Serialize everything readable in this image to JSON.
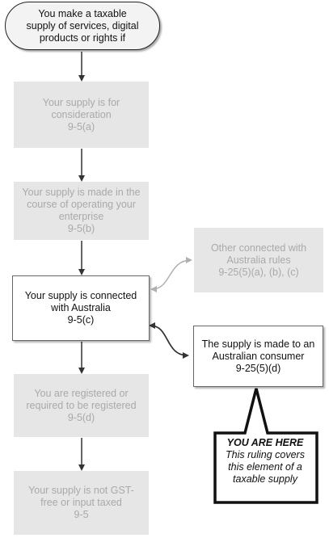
{
  "start": {
    "lines": [
      "You make a taxable",
      "supply of services, digital",
      "products or rights if"
    ]
  },
  "step1": {
    "lines": [
      "Your supply is for",
      "consideration",
      "9-5(a)"
    ]
  },
  "step2": {
    "lines": [
      "Your supply is made in the",
      "course of operating your",
      "enterprise",
      "9-5(b)"
    ]
  },
  "step3": {
    "lines": [
      "Your supply is connected",
      "with Australia",
      "9-5(c)"
    ]
  },
  "step4": {
    "lines": [
      "You are registered or",
      "required to be registered",
      "9-5(d)"
    ]
  },
  "step5": {
    "lines": [
      "Your supply is not GST-",
      "free or input taxed",
      "9-5"
    ]
  },
  "other_rules": {
    "lines": [
      "Other connected with",
      "Australia rules",
      "9-25(5)(a), (b), (c)"
    ]
  },
  "consumer": {
    "lines": [
      "The supply is made to an",
      "Australian consumer",
      "9-25(5)(d)"
    ]
  },
  "callout": {
    "heading": "YOU ARE HERE",
    "lines": [
      "This ruling covers",
      "this element of a",
      "taxable supply"
    ]
  },
  "colors": {
    "grey_box": "#e6e6e6",
    "grey_text": "#a9a9a9",
    "arrow": "#333333",
    "grey_arrow": "#b0b0b0"
  }
}
